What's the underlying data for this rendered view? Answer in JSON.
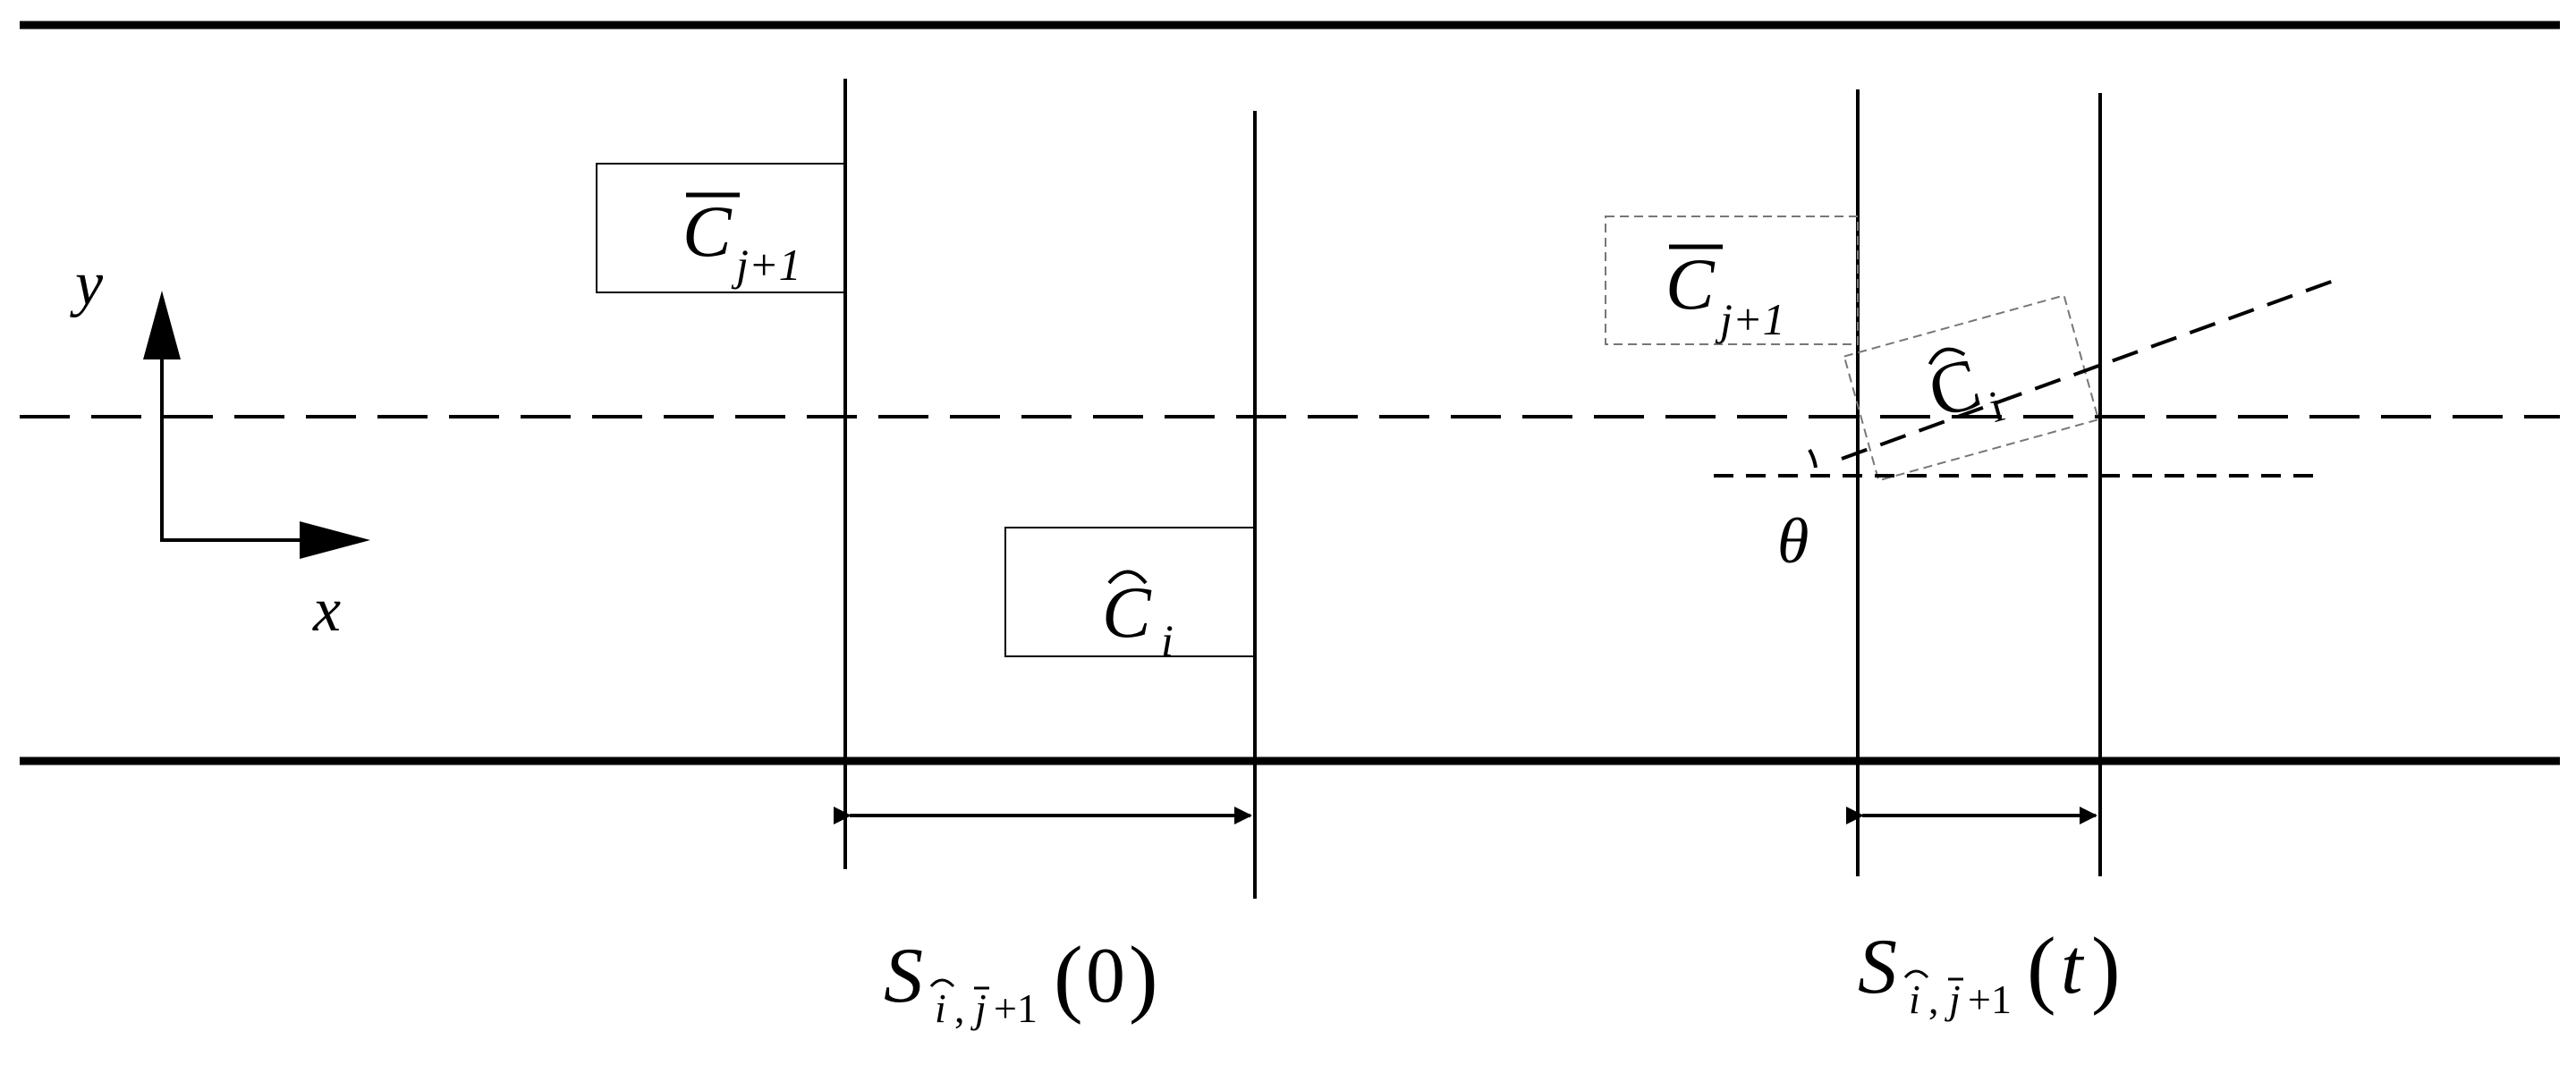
{
  "axes": {
    "x_label": "x",
    "y_label": "y"
  },
  "vehicles": {
    "initial_front": {
      "symbol": "C",
      "subscript": "j+1",
      "accent": "bar"
    },
    "initial_rear": {
      "symbol": "C",
      "subscript": "i",
      "accent": "hat"
    },
    "later_front": {
      "symbol": "C",
      "subscript": "j+1",
      "accent": "bar"
    },
    "later_rear": {
      "symbol": "C",
      "subscript": "i",
      "accent": "hat"
    }
  },
  "angle_label": "θ",
  "gaps": {
    "initial": {
      "symbol": "S",
      "sub_i": "i",
      "sub_sep": ",",
      "sub_j": "j",
      "sub_plus": "+1",
      "open": "(",
      "arg": "0",
      "close": ")"
    },
    "later": {
      "symbol": "S",
      "sub_i": "i",
      "sub_sep": ",",
      "sub_j": "j",
      "sub_plus": "+1",
      "open": "(",
      "arg": "t",
      "close": ")"
    }
  },
  "colors": {
    "line": "#000000",
    "dashed_box": "#777777",
    "background": "#ffffff"
  }
}
